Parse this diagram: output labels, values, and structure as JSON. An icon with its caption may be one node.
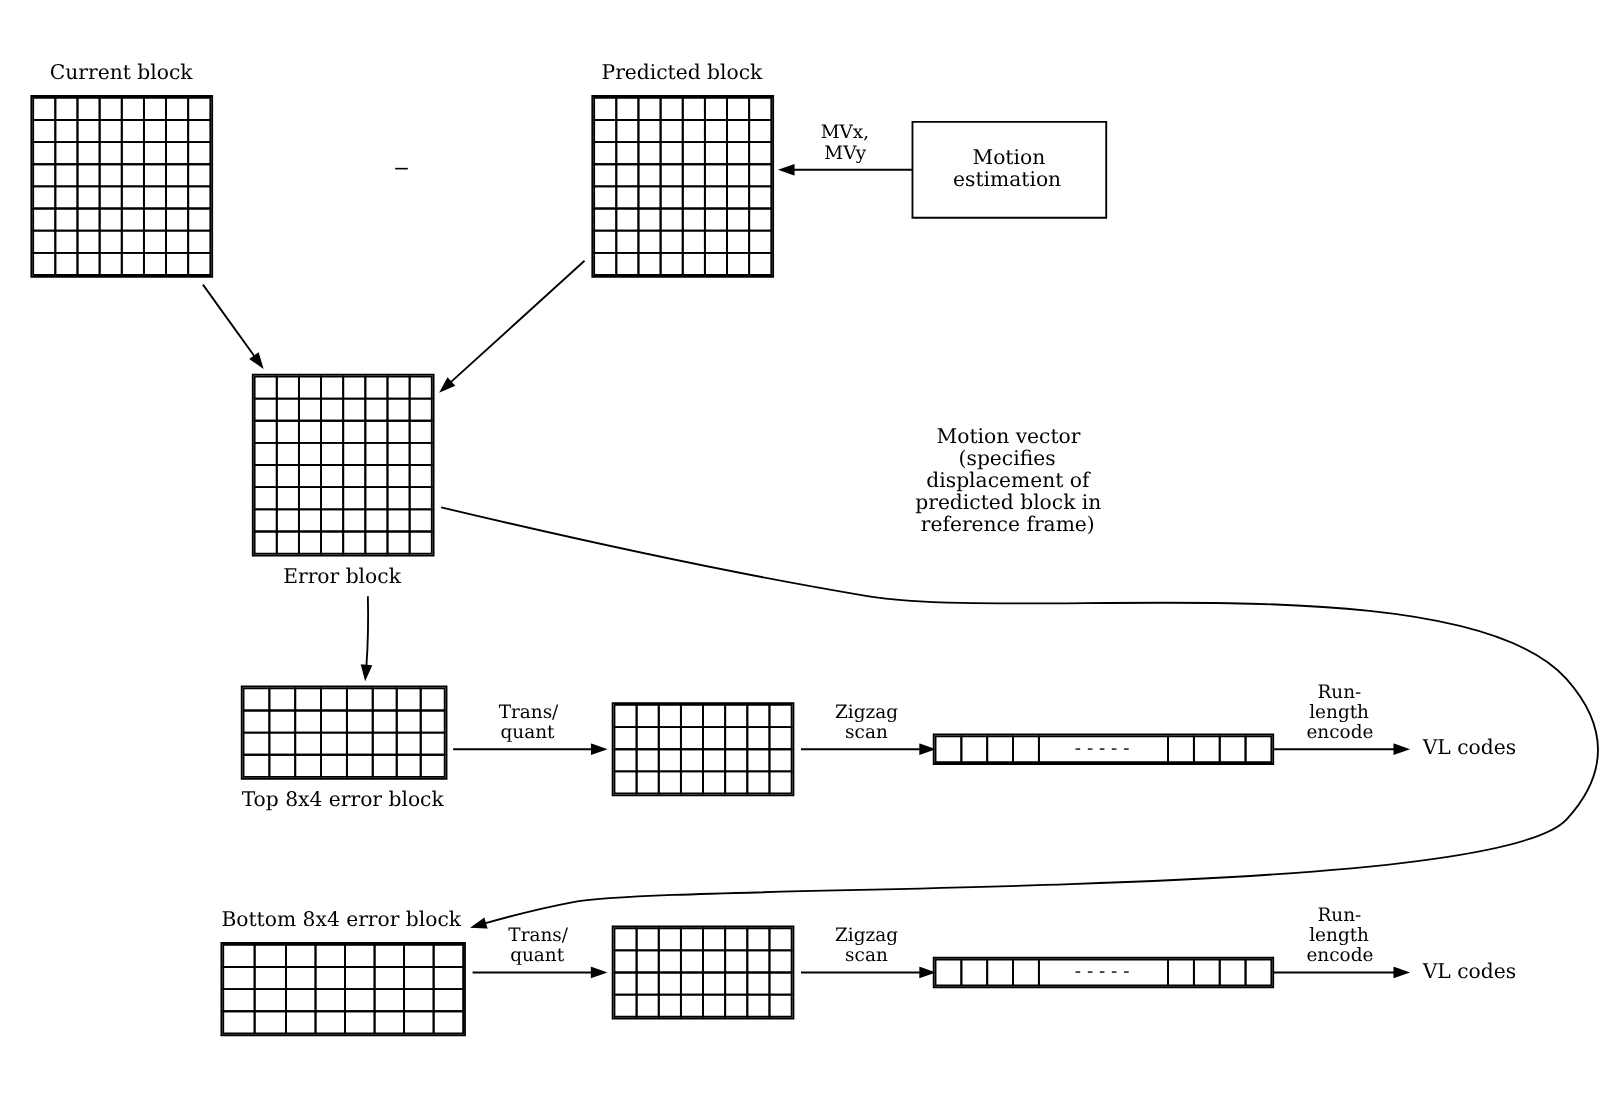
{
  "diagram": {
    "nodes": [
      {
        "text": [
          "Current block"
        ]
      },
      {
        "text": [
          "Predicted block"
        ]
      },
      {
        "text": [
          "Motion estimation"
        ]
      },
      {
        "text": [
          "Error block"
        ]
      },
      {
        "text": [
          "Top 8x4 error block"
        ]
      },
      {
        "text": [],
        "shape": "box"
      },
      {
        "text": [
          "- - - - -"
        ]
      },
      {
        "text": [
          "VL codes"
        ]
      },
      {
        "text": [
          "Bottom 8x4 error block"
        ]
      },
      {
        "text": [],
        "shape": "box"
      },
      {
        "text": [
          "- - - - -"
        ]
      },
      {
        "text": [
          "VL codes"
        ]
      }
    ],
    "edges": [
      {
        "from": 2,
        "to": 1,
        "arrow": "to",
        "label": "MVx, MVy"
      },
      {
        "from": 0,
        "to": 3,
        "arrow": "to"
      },
      {
        "from": 1,
        "to": 3,
        "arrow": "to"
      },
      {
        "from": 3,
        "to": 4,
        "arrow": "to"
      },
      {
        "from": 3,
        "to": 8,
        "arrow": "to"
      },
      {
        "from": 4,
        "to": 5,
        "arrow": "to",
        "label": "Trans/ quant"
      },
      {
        "from": 5,
        "to": 6,
        "arrow": "to",
        "label": "Zigzag scan"
      },
      {
        "from": 6,
        "to": 7,
        "arrow": "to",
        "label": "Run- length encode"
      },
      {
        "from": 8,
        "to": 9,
        "arrow": "to",
        "label": "Trans/ quant"
      },
      {
        "from": 9,
        "to": 10,
        "arrow": "to",
        "label": "Zigzag scan"
      },
      {
        "from": 10,
        "to": 11,
        "arrow": "to",
        "label": "Run- length encode"
      }
    ],
    "labels": [
      "−",
      "Motion vector (specifies displacement of predicted block in reference frame)"
    ]
  }
}
